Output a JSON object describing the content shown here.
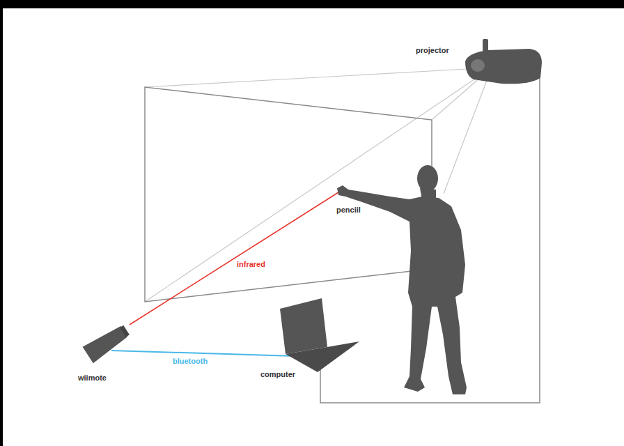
{
  "diagram": {
    "labels": [
      "projector",
      "penciil",
      "infrared",
      "wiimote",
      "bluetooth",
      "computer"
    ]
  }
}
